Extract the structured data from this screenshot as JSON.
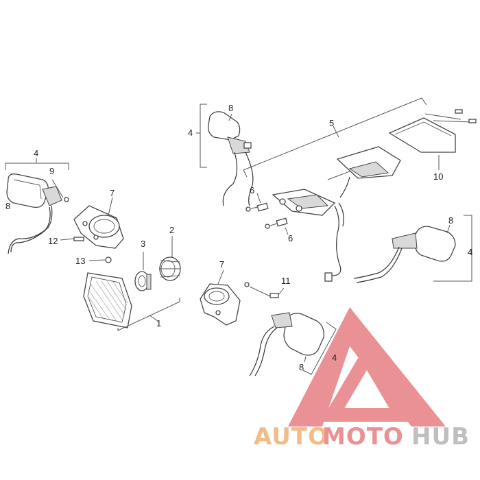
{
  "callouts": {
    "c1": "1",
    "c2": "2",
    "c3": "3",
    "c4_left": "4",
    "c4_top": "4",
    "c4_right": "4",
    "c4_bottom": "4",
    "c5": "5",
    "c6_upper": "6",
    "c6_lower": "6",
    "c7_left": "7",
    "c7_center": "7",
    "c8_left": "8",
    "c8_top": "8",
    "c8_right": "8",
    "c8_bottom": "8",
    "c9": "9",
    "c10": "10",
    "c11": "11",
    "c12": "12",
    "c13": "13"
  },
  "watermark": {
    "auto": "AUTO",
    "moto": "MOTO",
    "hub": "HUB",
    "colors": {
      "triangle": "#e8868a",
      "auto": "#f2b57a",
      "moto": "#e8868a",
      "hub": "#b9b9b9"
    }
  }
}
